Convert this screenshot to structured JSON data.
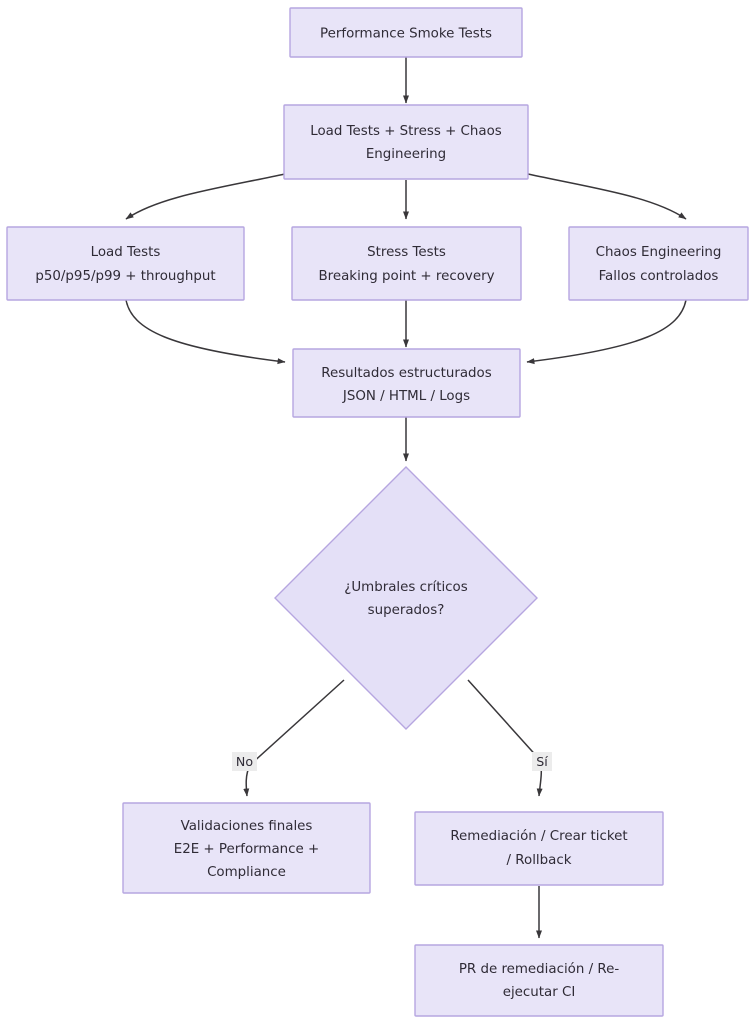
{
  "diagram": {
    "type": "flowchart",
    "direction": "top-to-bottom",
    "theme": {
      "node_fill": "#e8e4f8",
      "node_stroke": "#b6a6e0",
      "edge_stroke": "#39373a",
      "text_color": "#2f2b36",
      "label_bg": "#ececec",
      "background": "#ffffff"
    },
    "nodes": [
      {
        "id": "smoke",
        "shape": "rect",
        "lines": [
          "Performance Smoke Tests"
        ]
      },
      {
        "id": "suite",
        "shape": "rect",
        "lines": [
          "Load Tests + Stress + Chaos",
          "Engineering"
        ]
      },
      {
        "id": "load",
        "shape": "rect",
        "lines": [
          "Load Tests",
          "p50/p95/p99 + throughput"
        ]
      },
      {
        "id": "stress",
        "shape": "rect",
        "lines": [
          "Stress Tests",
          "Breaking point + recovery"
        ]
      },
      {
        "id": "chaos",
        "shape": "rect",
        "lines": [
          "Chaos Engineering",
          "Fallos controlados"
        ]
      },
      {
        "id": "results",
        "shape": "rect",
        "lines": [
          "Resultados estructurados",
          "JSON / HTML / Logs"
        ]
      },
      {
        "id": "decision",
        "shape": "diamond",
        "lines": [
          "¿Umbrales críticos",
          "superados?"
        ]
      },
      {
        "id": "final",
        "shape": "rect",
        "lines": [
          "Validaciones finales",
          "E2E + Performance +",
          "Compliance"
        ]
      },
      {
        "id": "remediate",
        "shape": "rect",
        "lines": [
          "Remediación / Crear ticket",
          "/ Rollback"
        ]
      },
      {
        "id": "pr",
        "shape": "rect",
        "lines": [
          "PR de remediación / Re-",
          "ejecutar CI"
        ]
      }
    ],
    "edges": [
      {
        "from": "smoke",
        "to": "suite",
        "label": ""
      },
      {
        "from": "suite",
        "to": "load",
        "label": ""
      },
      {
        "from": "suite",
        "to": "stress",
        "label": ""
      },
      {
        "from": "suite",
        "to": "chaos",
        "label": ""
      },
      {
        "from": "load",
        "to": "results",
        "label": ""
      },
      {
        "from": "stress",
        "to": "results",
        "label": ""
      },
      {
        "from": "chaos",
        "to": "results",
        "label": ""
      },
      {
        "from": "results",
        "to": "decision",
        "label": ""
      },
      {
        "from": "decision",
        "to": "final",
        "label": "No"
      },
      {
        "from": "decision",
        "to": "remediate",
        "label": "Sí"
      },
      {
        "from": "remediate",
        "to": "pr",
        "label": ""
      }
    ],
    "edge_labels": {
      "no": "No",
      "si": "Sí"
    }
  }
}
